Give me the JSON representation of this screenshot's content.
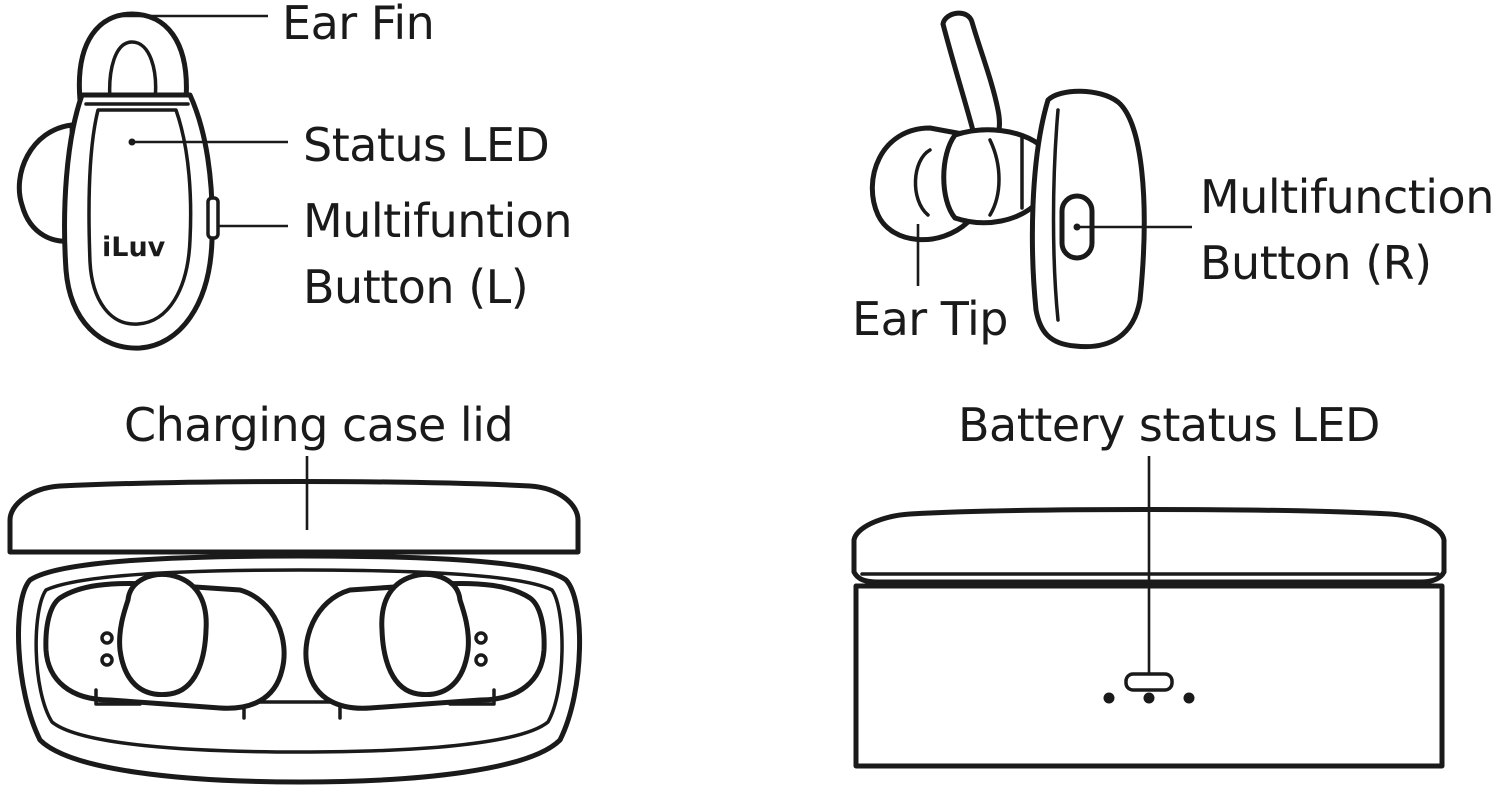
{
  "labels": {
    "ear_fin": "Ear Fin",
    "status_led": "Status LED",
    "multifunction_left": "Multifuntion\nButton (L)",
    "multifunction_right": "Multifunction\nButton (R)",
    "ear_tip": "Ear Tip",
    "charging_case_lid": "Charging case lid",
    "battery_status_led": "Battery status LED"
  },
  "brand_logo": "iLuv",
  "colors": {
    "ink": "#1a1a1a",
    "background": "#ffffff"
  }
}
